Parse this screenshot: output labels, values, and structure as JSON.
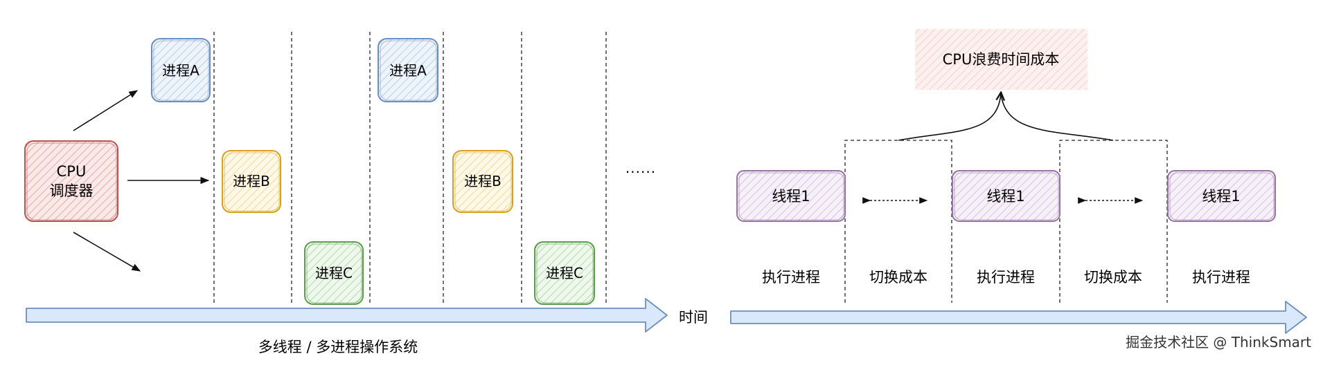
{
  "left": {
    "scheduler": {
      "line1": "CPU",
      "line2": "调度器"
    },
    "processes": [
      {
        "label": "进程A",
        "color": "#6c8ebf"
      },
      {
        "label": "进程B",
        "color": "#d6a21e"
      },
      {
        "label": "进程C",
        "color": "#5a9e4b"
      },
      {
        "label": "进程A",
        "color": "#6c8ebf"
      },
      {
        "label": "进程B",
        "color": "#d6a21e"
      },
      {
        "label": "进程C",
        "color": "#5a9e4b"
      }
    ],
    "ellipsis": "......",
    "axis_label": "时间",
    "caption": "多线程 / 多进程操作系统"
  },
  "right": {
    "top_box": "CPU浪费时间成本",
    "threads": [
      "线程1",
      "线程1",
      "线程1"
    ],
    "phases": [
      "执行进程",
      "切换成本",
      "执行进程",
      "切换成本",
      "执行进程"
    ]
  },
  "watermark": "掘金技术社区 @ ThinkSmart",
  "colors": {
    "scheduler": "#b85450",
    "thread": "#9673a6",
    "waste": "#f08080",
    "axis_fill": "#dae8fc",
    "axis_stroke": "#6c8ebf"
  }
}
